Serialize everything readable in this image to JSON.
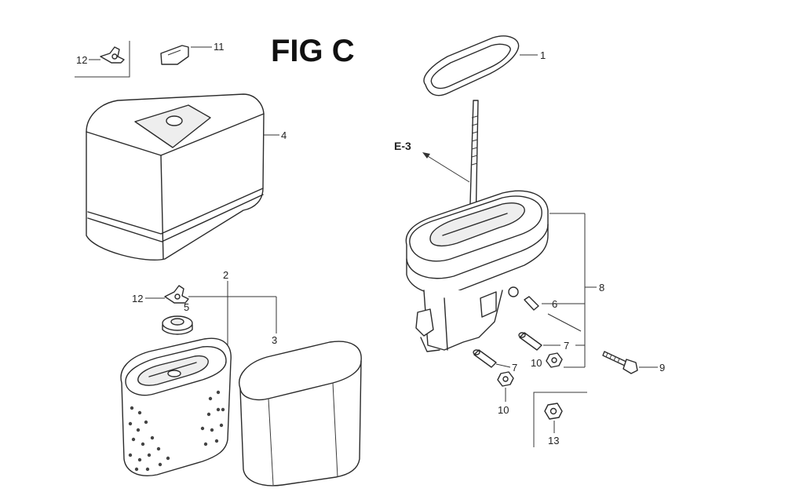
{
  "figure": {
    "title": "FIG C",
    "reference": "E-3"
  },
  "callouts": {
    "c1": "1",
    "c2": "2",
    "c3": "3",
    "c4": "4",
    "c5": "5",
    "c6": "6",
    "c7a": "7",
    "c7b": "7",
    "c8": "8",
    "c9": "9",
    "c10a": "10",
    "c10b": "10",
    "c11": "11",
    "c12a": "12",
    "c12b": "12",
    "c13": "13"
  }
}
